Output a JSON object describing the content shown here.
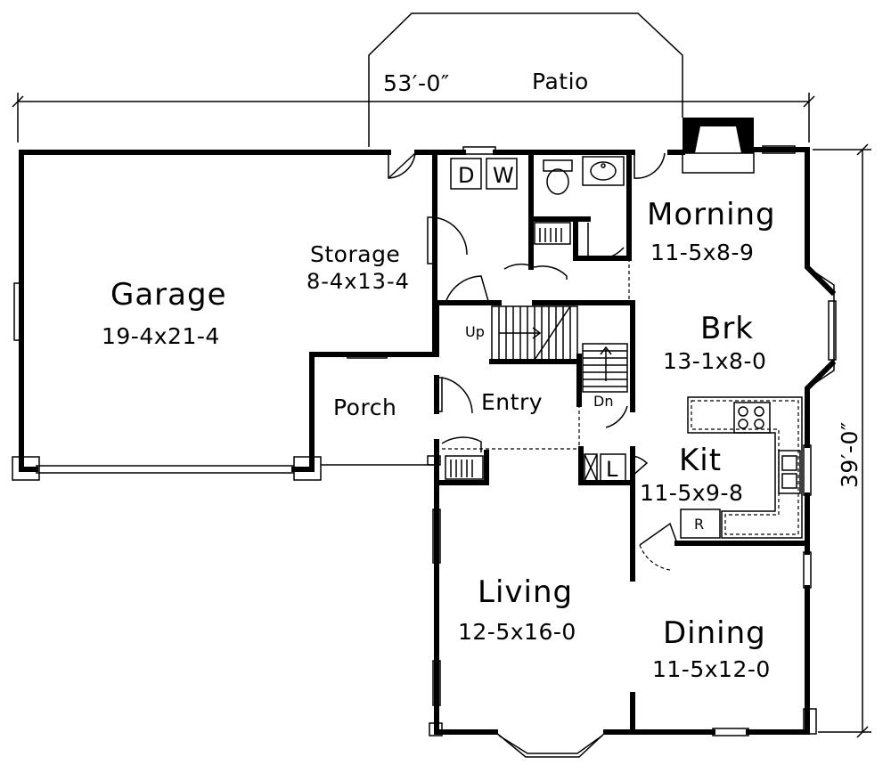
{
  "dimensions": {
    "overall_width": "53′-0″",
    "overall_depth": "39′-0″"
  },
  "rooms": {
    "patio": {
      "name": "Patio"
    },
    "garage": {
      "name": "Garage",
      "size": "19-4x21-4"
    },
    "storage": {
      "name": "Storage",
      "size": "8-4x13-4"
    },
    "porch": {
      "name": "Porch"
    },
    "entry": {
      "name": "Entry"
    },
    "morning": {
      "name": "Morning",
      "size": "11-5x8-9"
    },
    "breakfast": {
      "name": "Brk",
      "size": "13-1x8-0"
    },
    "kitchen": {
      "name": "Kit",
      "size": "11-5x9-8"
    },
    "living": {
      "name": "Living",
      "size": "12-5x16-0"
    },
    "dining": {
      "name": "Dining",
      "size": "11-5x12-0"
    }
  },
  "fixtures": {
    "dryer": "D",
    "washer": "W",
    "linen": "L",
    "refrigerator": "R"
  },
  "stairs": {
    "up": "Up",
    "down": "Dn"
  }
}
